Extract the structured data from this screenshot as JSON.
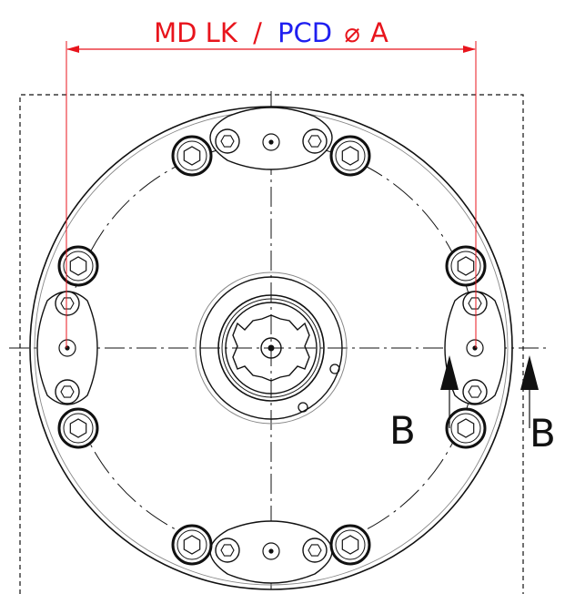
{
  "dimension": {
    "text_red_1": "MD LK",
    "text_slash": "/",
    "text_blue": "PCD",
    "text_phi": "⌀",
    "text_red_2": "A"
  },
  "section_labels": {
    "left": "B",
    "right": "B"
  },
  "colors": {
    "dimension_red": "#e8141c",
    "pcd_blue": "#1f1ff0",
    "line_black": "#111111",
    "thin_gray": "#888888"
  }
}
